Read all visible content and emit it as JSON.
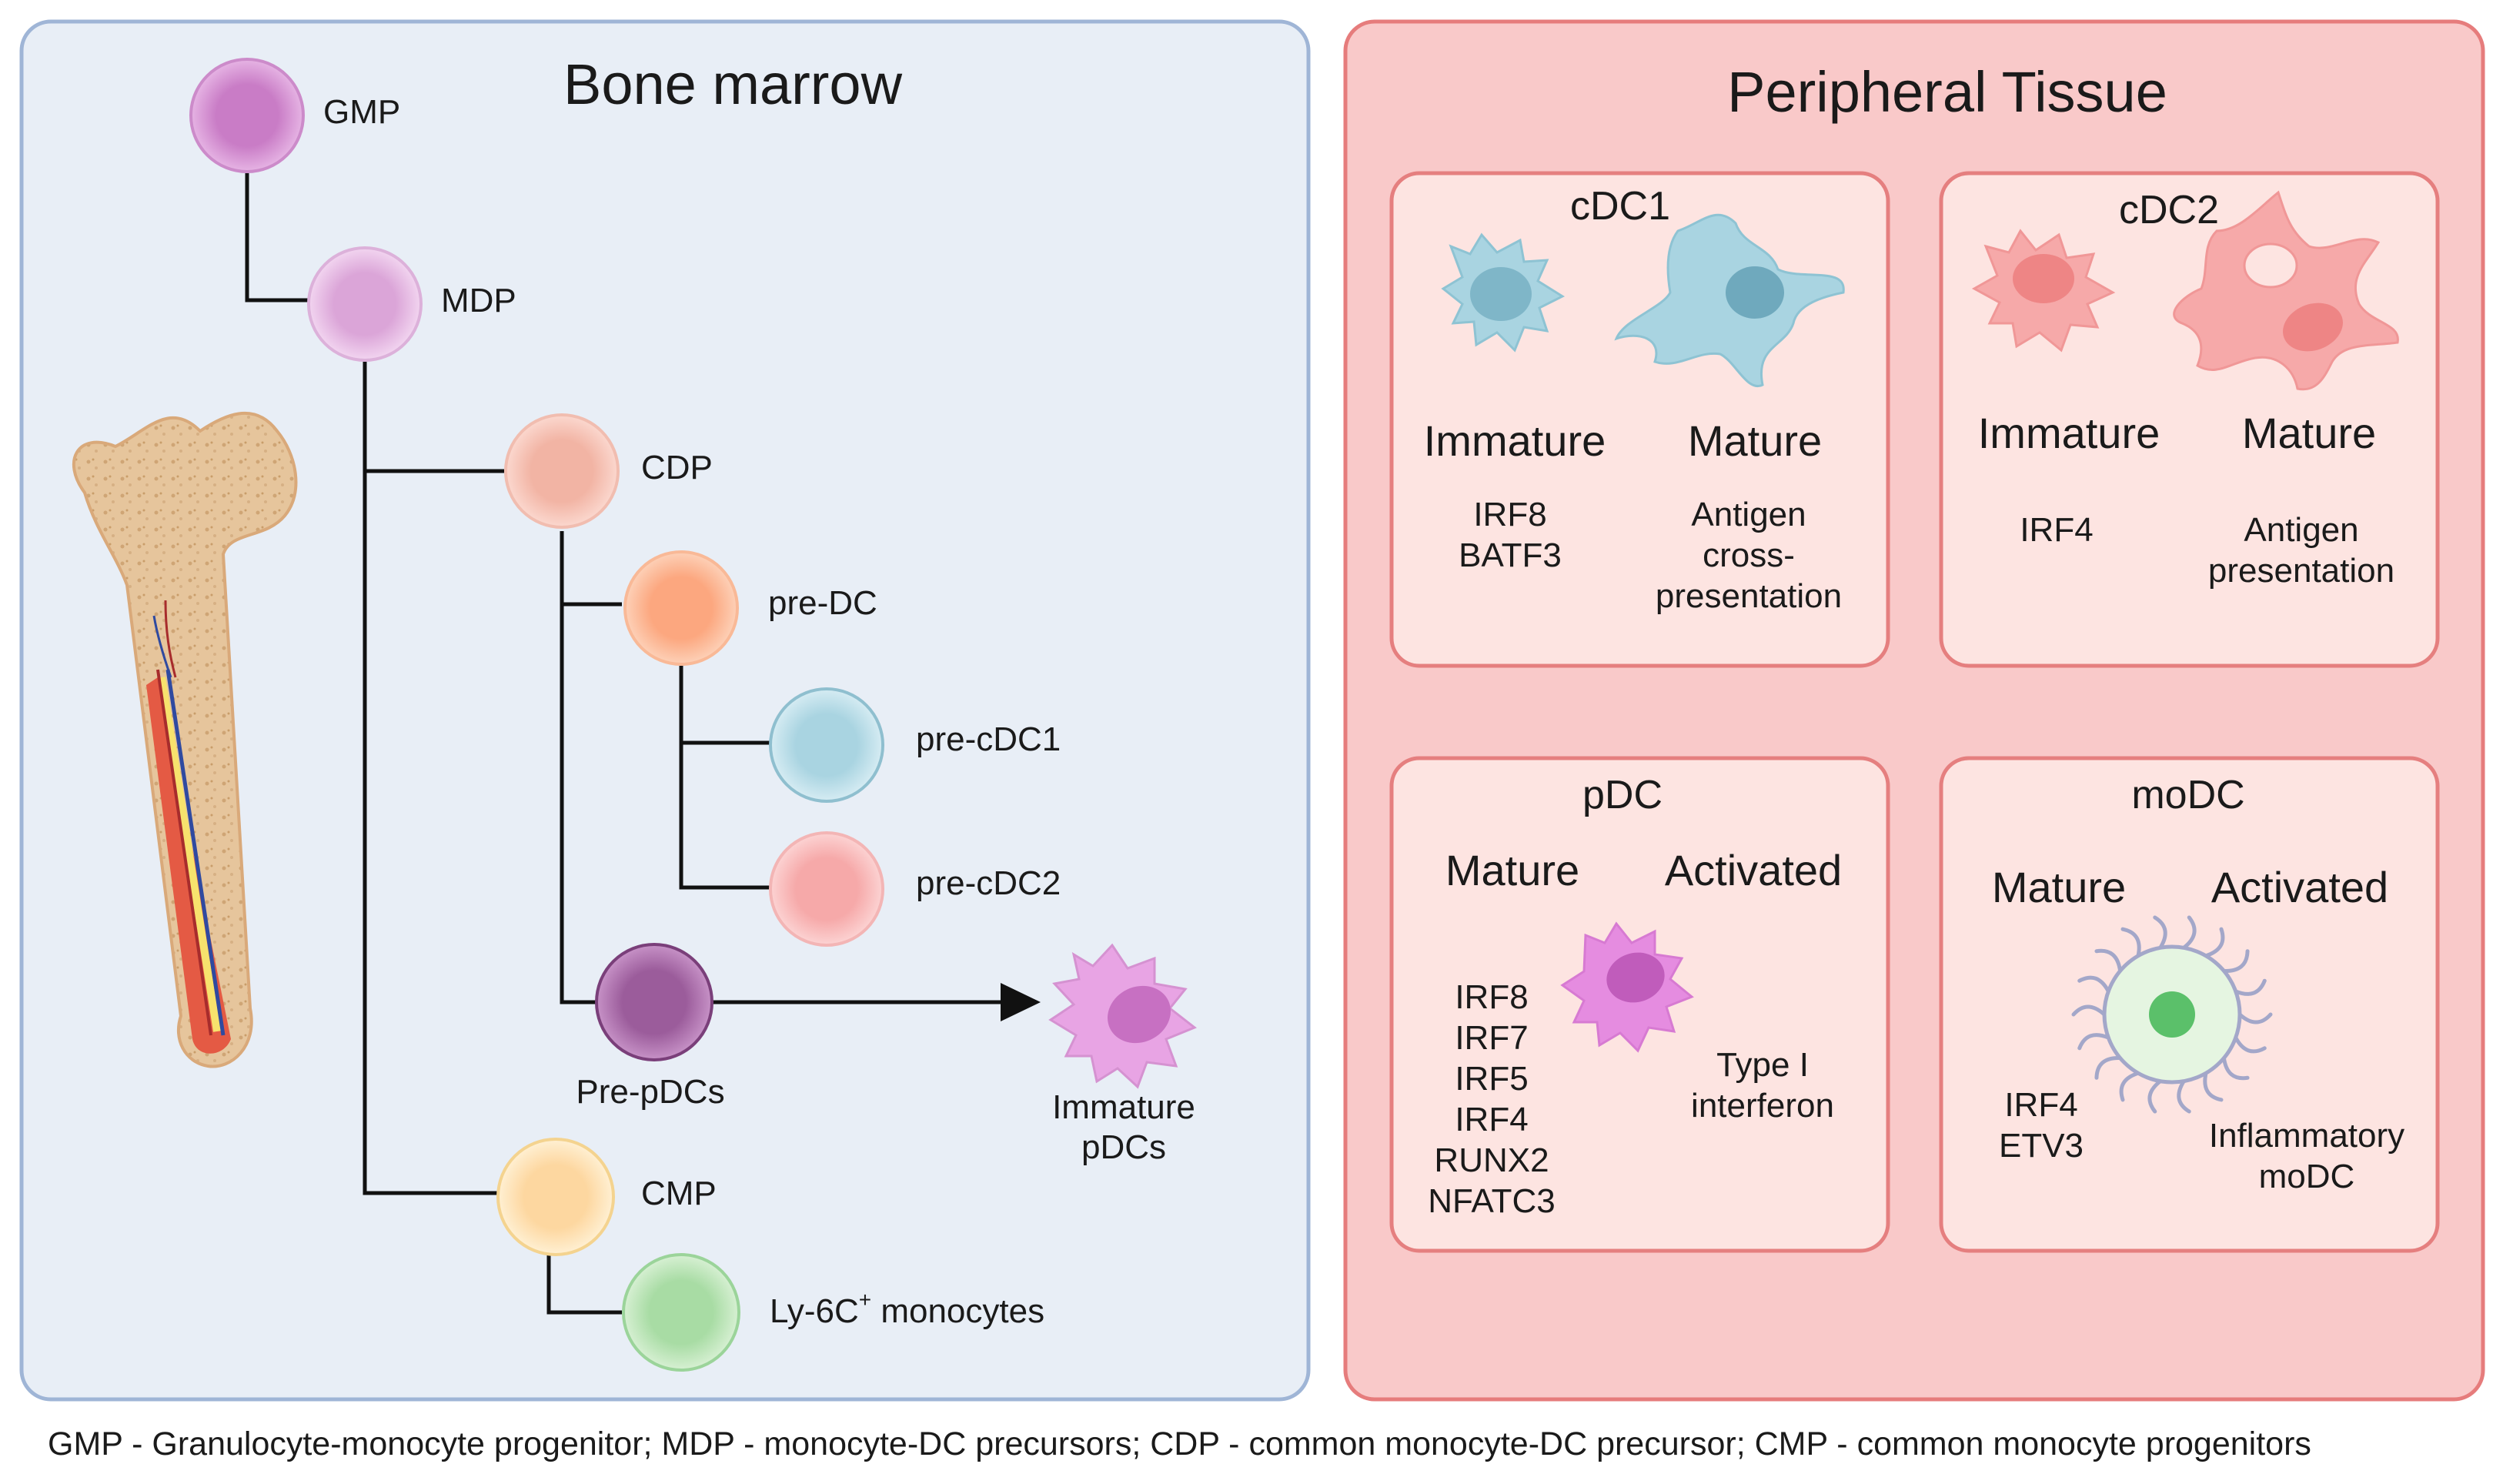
{
  "bone_marrow": {
    "title": "Bone marrow",
    "cells": {
      "gmp": "GMP",
      "mdp": "MDP",
      "cdp": "CDP",
      "pre_dc": "pre-DC",
      "pre_cdc1": "pre-cDC1",
      "pre_cdc2": "pre-cDC2",
      "pre_pdcs": "Pre-pDCs",
      "immature_pdcs": [
        "Immature",
        "pDCs"
      ],
      "cmp": "CMP",
      "ly6c_monocytes": {
        "prefix": "Ly-6C",
        "sup": "+",
        "suffix": " monocytes"
      }
    }
  },
  "peripheral": {
    "title": "Peripheral Tissue",
    "cdc1": {
      "title": "cDC1",
      "left_state": "Immature",
      "right_state": "Mature",
      "left_markers": [
        "IRF8",
        "BATF3"
      ],
      "right_markers": [
        "Antigen",
        "cross-",
        "presentation"
      ]
    },
    "cdc2": {
      "title": "cDC2",
      "left_state": "Immature",
      "right_state": "Mature",
      "left_markers": [
        "IRF4"
      ],
      "right_markers": [
        "Antigen",
        "presentation"
      ]
    },
    "pdc": {
      "title": "pDC",
      "left_state": "Mature",
      "right_state": "Activated",
      "left_markers": [
        "IRF8",
        "IRF7",
        "IRF5",
        "IRF4",
        "RUNX2",
        "NFATC3"
      ],
      "right_markers": [
        "Type I",
        "interferon"
      ]
    },
    "modc": {
      "title": "moDC",
      "left_state": "Mature",
      "right_state": "Activated",
      "left_markers": [
        "IRF4",
        "ETV3"
      ],
      "right_markers": [
        "Inflammatory",
        "moDC"
      ]
    }
  },
  "footer": "GMP - Granulocyte-monocyte progenitor; MDP - monocyte-DC precursors; CDP - common monocyte-DC precursor; CMP - common monocyte progenitors",
  "colors": {
    "bone_marrow_bg": "#e8eef6",
    "bone_marrow_border": "#9fb5d6",
    "peripheral_bg": "#f9c9c9",
    "peripheral_border": "#e67c7c",
    "box_bg": "#fde4e1",
    "box_border": "#e57f7f",
    "cdc1_cell": "#a9d4e1",
    "cdc2_cell": "#f6a9a9",
    "pdc_cell": "#e58ce0",
    "modc_cell": "#e5f5e1"
  }
}
